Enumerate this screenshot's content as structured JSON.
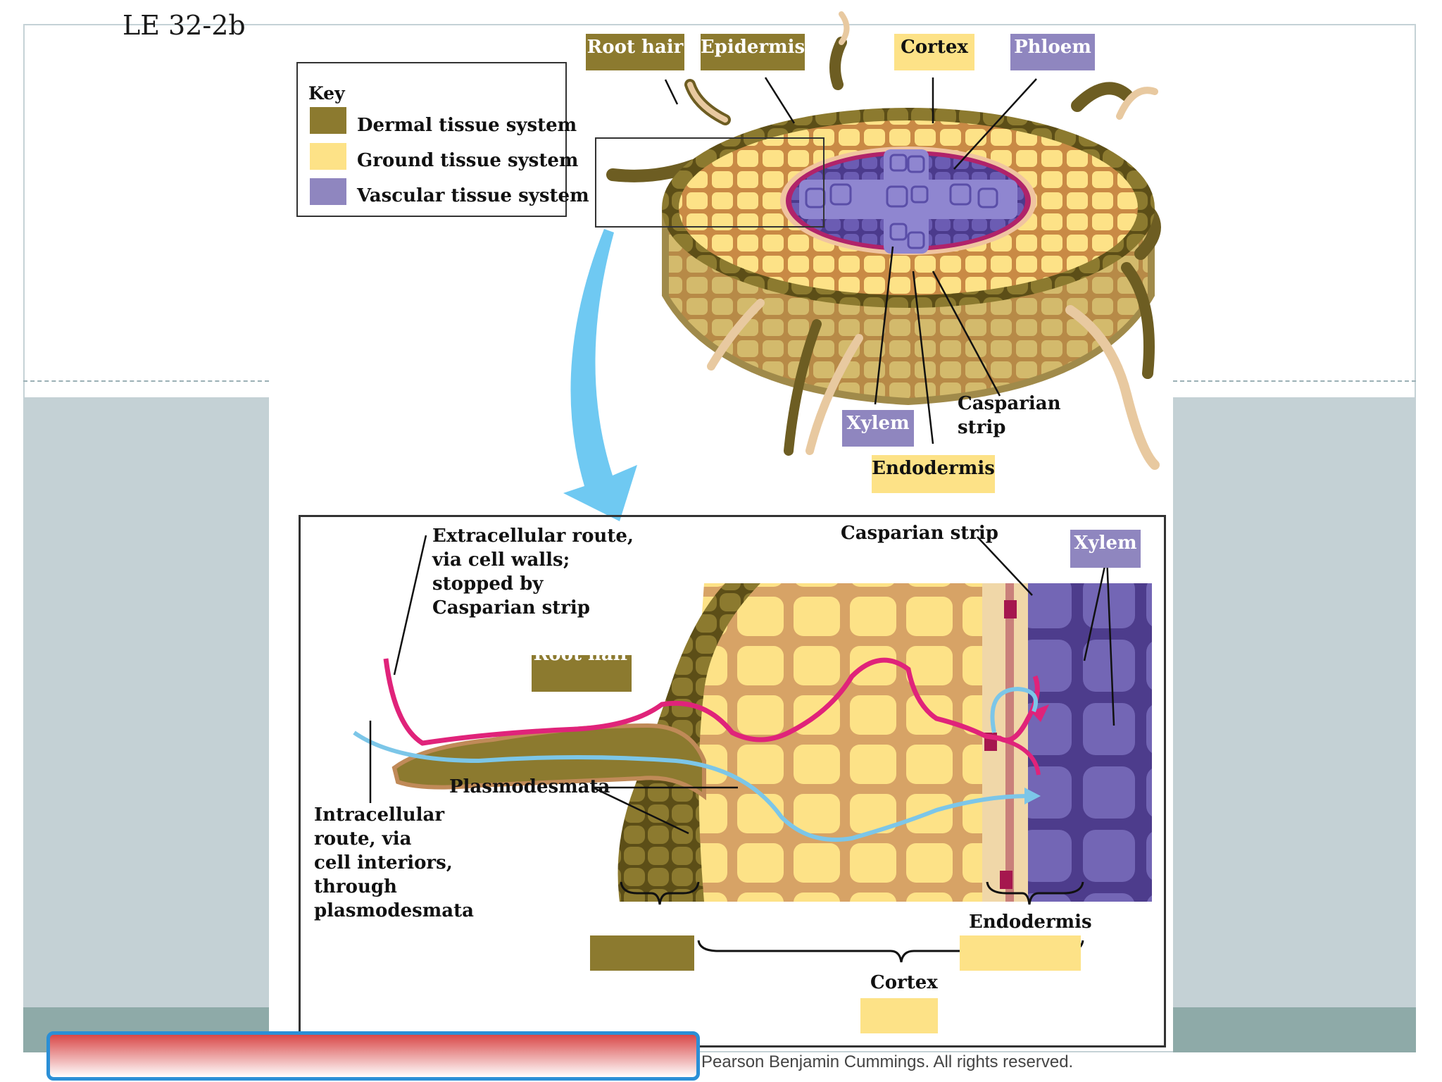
{
  "slide": {
    "title": "LE 32-2b",
    "credit": "Pearson Benjamin Cummings. All rights reserved."
  },
  "key": {
    "title": "Key",
    "items": [
      {
        "label": "Dermal tissue system",
        "color": "#8c7a2f"
      },
      {
        "label": "Ground tissue system",
        "color": "#fde287"
      },
      {
        "label": "Vascular tissue system",
        "color": "#8f86bf"
      }
    ]
  },
  "top_labels": {
    "root_hair": "Root hair",
    "epidermis": "Epidermis",
    "cortex": "Cortex",
    "phloem": "Phloem",
    "xylem": "Xylem",
    "casparian_line1": "Casparian",
    "casparian_line2": "strip",
    "endodermis": "Endodermis"
  },
  "inset_labels": {
    "extracellular": [
      "Extracellular route,",
      "via cell walls;",
      "stopped by",
      "Casparian strip"
    ],
    "intracellular": [
      "Intracellular",
      "route, via",
      "cell interiors,",
      "through",
      "plasmodesmata"
    ],
    "casparian_strip": "Casparian strip",
    "xylem": "Xylem",
    "root_hair": "Root hair",
    "plasmodesmata": "Plasmodesmata",
    "endodermis": "Endodermis",
    "cortex": "Cortex"
  },
  "colors": {
    "dermal": "#8c7a2f",
    "ground": "#fde287",
    "vascular": "#8f86bf",
    "extracellular_route": "#e0237a",
    "intracellular_route": "#7cc6e8",
    "arrow": "#6fc9f2"
  }
}
